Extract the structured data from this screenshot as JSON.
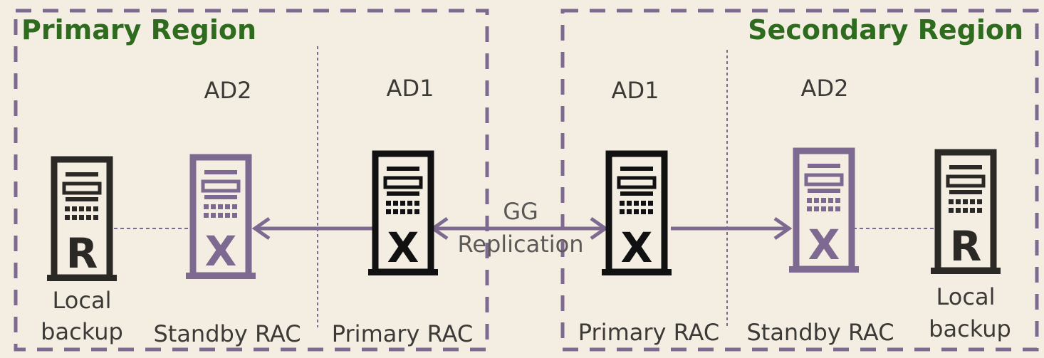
{
  "colors": {
    "background": "#f4eee2",
    "region_border": "#7e6a90",
    "region_title": "#2e6b1f",
    "primary_server": "#111111",
    "standby_server": "#7e6a90",
    "backup_server": "#2b2926",
    "arrow": "#7e6a90",
    "text": "#3c3a37"
  },
  "regions": {
    "primary": {
      "title": "Primary Region",
      "ad_left": "AD2",
      "ad_right": "AD1",
      "servers": [
        {
          "role": "backup",
          "icon": "server-backup-icon",
          "letter": "R",
          "caption": [
            "Local",
            "backup"
          ]
        },
        {
          "role": "standby",
          "icon": "server-standby-icon",
          "letter": "X",
          "caption": [
            "Standby RAC"
          ]
        },
        {
          "role": "primary",
          "icon": "server-primary-icon",
          "letter": "X",
          "caption": [
            "Primary RAC"
          ]
        }
      ]
    },
    "secondary": {
      "title": "Secondary Region",
      "ad_left": "AD1",
      "ad_right": "AD2",
      "servers": [
        {
          "role": "primary",
          "icon": "server-primary-icon",
          "letter": "X",
          "caption": [
            "Primary RAC"
          ]
        },
        {
          "role": "standby",
          "icon": "server-standby-icon",
          "letter": "X",
          "caption": [
            "Standby RAC"
          ]
        },
        {
          "role": "backup",
          "icon": "server-backup-icon",
          "letter": "R",
          "caption": [
            "Local",
            "backup"
          ]
        }
      ]
    }
  },
  "replication": {
    "line1": "GG",
    "line2": "Replication"
  }
}
